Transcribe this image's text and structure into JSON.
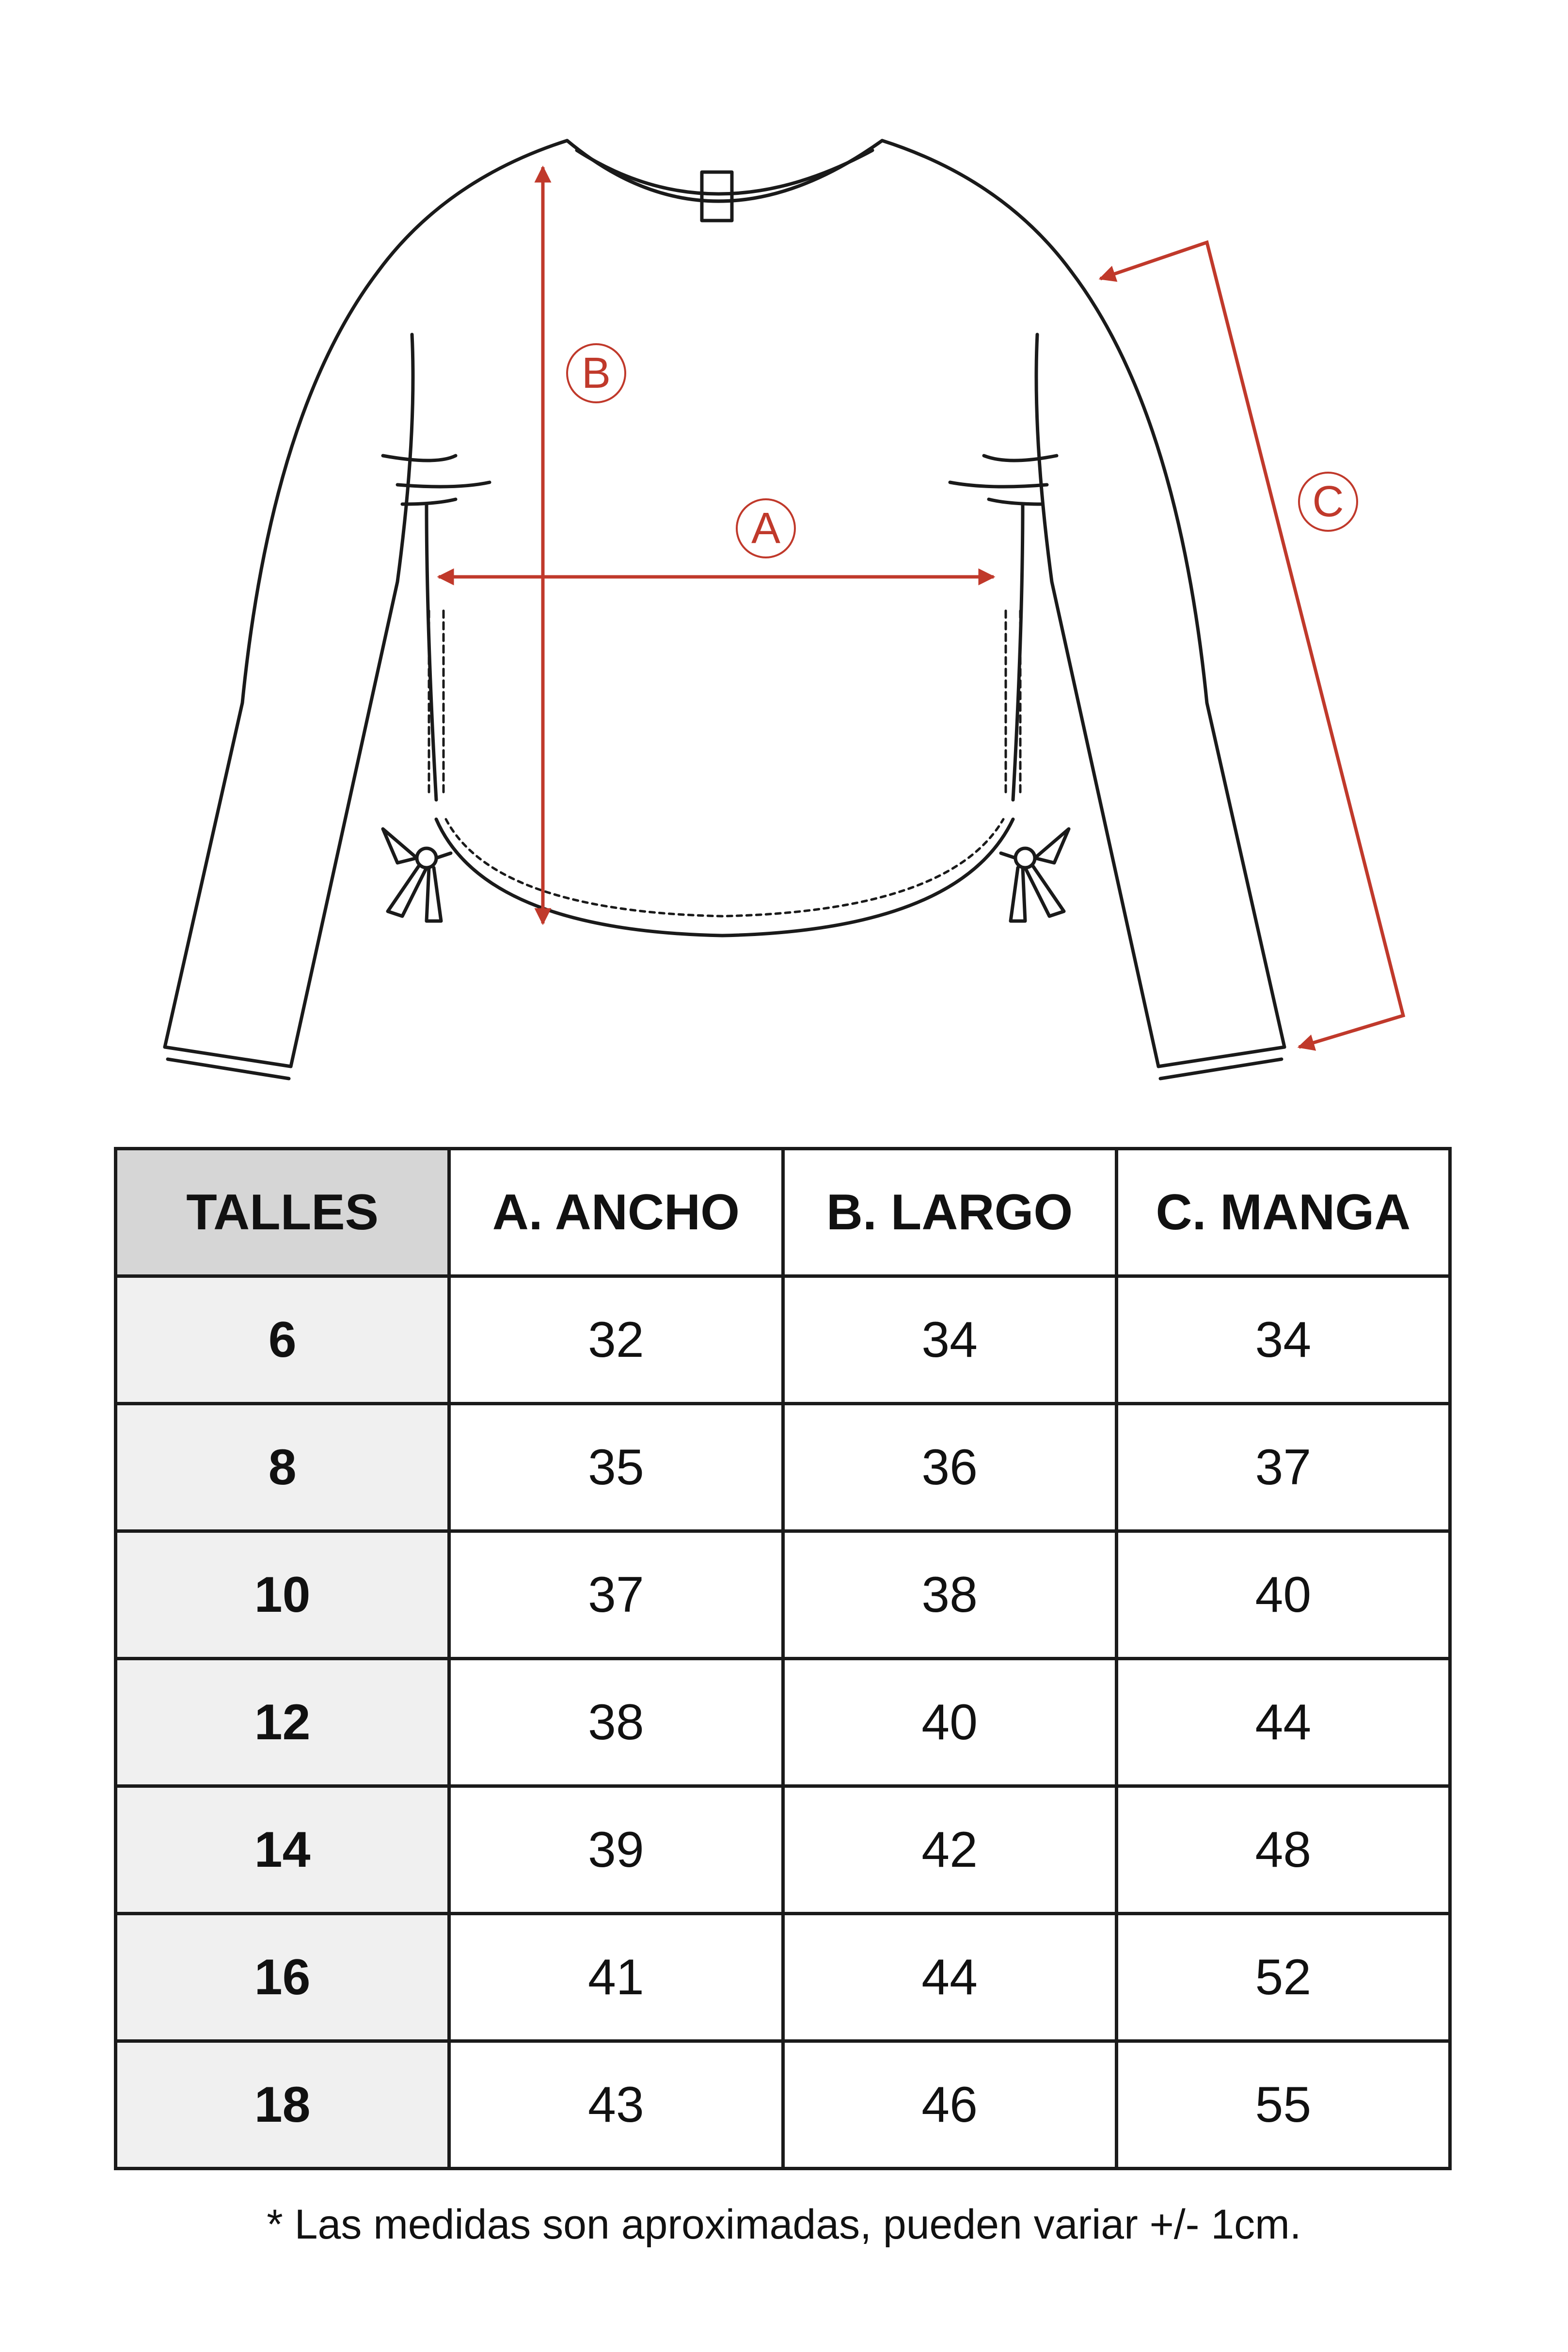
{
  "diagram": {
    "labels": {
      "a": "A",
      "b": "B",
      "c": "C"
    },
    "colors": {
      "outline": "#1a1a1a",
      "measure": "#c0392b"
    }
  },
  "table": {
    "headers": [
      "TALLES",
      "A. ANCHO",
      "B. LARGO",
      "C. MANGA"
    ],
    "rows": [
      [
        "6",
        "32",
        "34",
        "34"
      ],
      [
        "8",
        "35",
        "36",
        "37"
      ],
      [
        "10",
        "37",
        "38",
        "40"
      ],
      [
        "12",
        "38",
        "40",
        "44"
      ],
      [
        "14",
        "39",
        "42",
        "48"
      ],
      [
        "16",
        "41",
        "44",
        "52"
      ],
      [
        "18",
        "43",
        "46",
        "55"
      ]
    ],
    "colors": {
      "size_header_bg": "#d6d6d6",
      "size_column_bg": "#f0f0f0",
      "border": "#1a1a1a"
    }
  },
  "footnote": "* Las medidas son aproximadas, pueden variar +/- 1cm."
}
